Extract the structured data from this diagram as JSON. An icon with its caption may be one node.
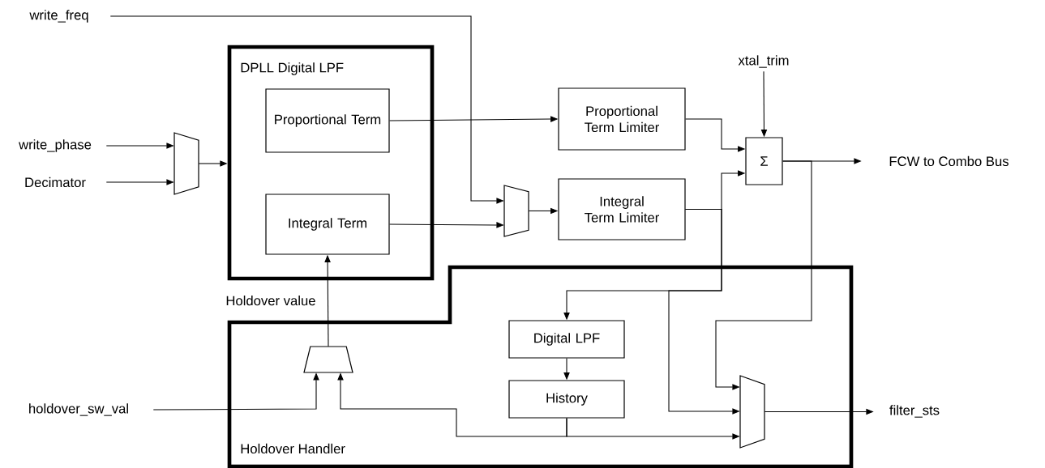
{
  "diagram": {
    "nodes": [
      {
        "text": [
          "write_freq"
        ]
      },
      {
        "text": [
          "write_phase"
        ]
      },
      {
        "text": [
          "Decimator"
        ]
      },
      {
        "text": [],
        "shape": "trapezoid"
      },
      {
        "text": [
          "DPLL Digital LPF"
        ]
      },
      {
        "text": [
          "Proportional Term"
        ],
        "in": 4
      },
      {
        "text": [
          "Integral Term"
        ],
        "in": 4
      },
      {
        "text": [
          "Proportional Term Limiter"
        ]
      },
      {
        "text": [],
        "shape": "trapezoid"
      },
      {
        "text": [
          "Integral Term Limiter"
        ]
      },
      {
        "text": [
          "Σ"
        ]
      },
      {
        "text": [
          "xtal_trim"
        ]
      },
      {
        "text": [
          "FCW to Combo Bus"
        ]
      },
      {
        "text": [
          "Holdover Handler"
        ]
      },
      {
        "text": [],
        "shape": "trapezoid",
        "in": 13
      },
      {
        "text": [
          "Digital LPF"
        ],
        "in": 13
      },
      {
        "text": [
          "History"
        ],
        "in": 13
      },
      {
        "text": [],
        "shape": "trapezoid",
        "in": 13
      },
      {
        "text": [
          "filter_sts"
        ]
      },
      {
        "text": [
          "holdover_sw_val"
        ]
      }
    ],
    "edges": [
      {
        "from": 0,
        "to": 8,
        "arrow": "to"
      },
      {
        "from": 1,
        "to": 3,
        "arrow": "to"
      },
      {
        "from": 2,
        "to": 3,
        "arrow": "to"
      },
      {
        "from": 3,
        "to": 4,
        "arrow": "to"
      },
      {
        "from": 5,
        "to": 7,
        "arrow": "to"
      },
      {
        "from": 6,
        "to": 8,
        "arrow": "to"
      },
      {
        "from": 8,
        "to": 9,
        "arrow": "to"
      },
      {
        "from": 7,
        "to": 10,
        "arrow": "to"
      },
      {
        "from": 9,
        "to": 10,
        "arrow": "to"
      },
      {
        "from": 11,
        "to": 10,
        "arrow": "to"
      },
      {
        "from": 10,
        "to": 12,
        "arrow": "to"
      },
      {
        "from": 9,
        "to": 15,
        "arrow": "to"
      },
      {
        "from": 9,
        "to": 17,
        "arrow": "to"
      },
      {
        "from": 10,
        "to": 17,
        "arrow": "to"
      },
      {
        "from": 15,
        "to": 16,
        "arrow": "to"
      },
      {
        "from": 16,
        "to": 17,
        "arrow": "to"
      },
      {
        "from": 16,
        "to": 14,
        "arrow": "to"
      },
      {
        "from": 19,
        "to": 14,
        "arrow": "to"
      },
      {
        "from": 14,
        "to": 6,
        "arrow": "to",
        "label": "Holdover value"
      },
      {
        "from": 17,
        "to": 18,
        "arrow": "to"
      }
    ]
  }
}
